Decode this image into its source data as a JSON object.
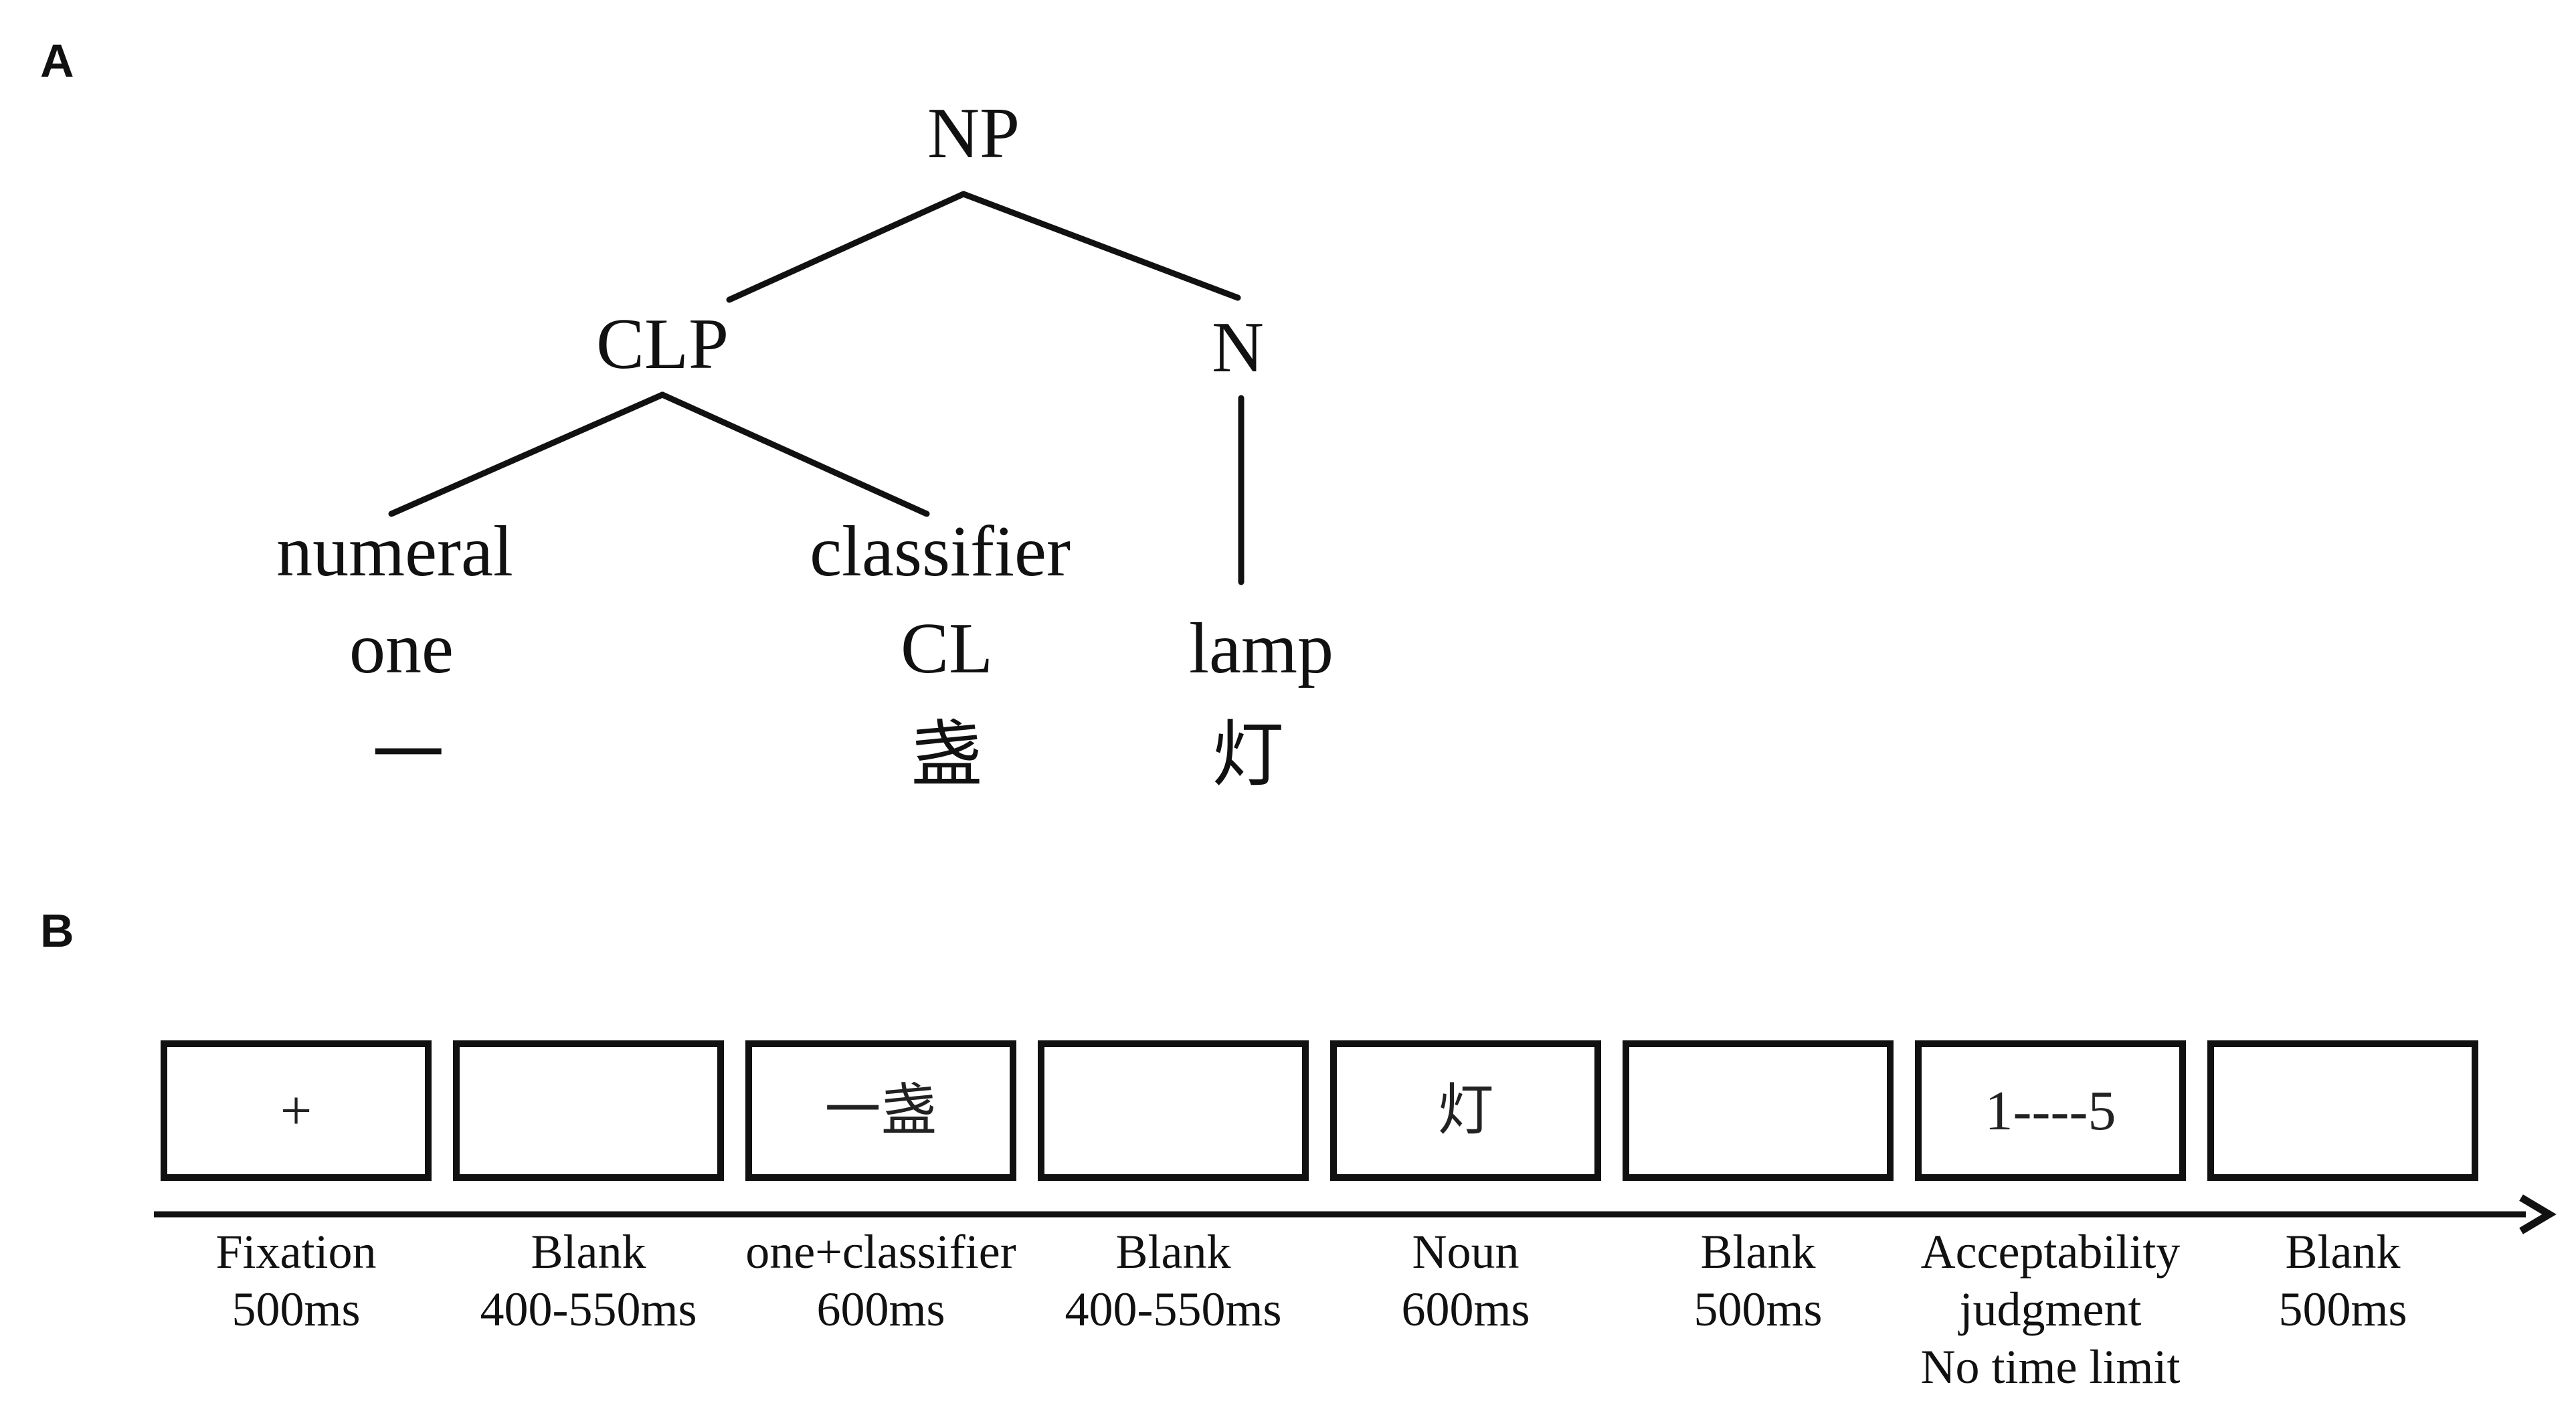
{
  "panels": {
    "a": "A",
    "b": "B"
  },
  "tree": {
    "root": "NP",
    "clp": "CLP",
    "n": "N",
    "numeral": {
      "category": "numeral",
      "gloss": "one",
      "chinese": "一"
    },
    "classifier": {
      "category": "classifier",
      "gloss": "CL",
      "chinese": "盏"
    },
    "noun": {
      "gloss": "lamp",
      "chinese": "灯"
    }
  },
  "timeline": {
    "steps": [
      {
        "screen": "+",
        "lines": [
          "Fixation",
          "500ms"
        ]
      },
      {
        "screen": "",
        "lines": [
          "Blank",
          "400-550ms"
        ]
      },
      {
        "screen": "一盏",
        "lines": [
          "one+classifier",
          "600ms"
        ]
      },
      {
        "screen": "",
        "lines": [
          "Blank",
          "400-550ms"
        ]
      },
      {
        "screen": "灯",
        "lines": [
          "Noun",
          "600ms"
        ]
      },
      {
        "screen": "",
        "lines": [
          "Blank",
          "500ms"
        ]
      },
      {
        "screen": "1----5",
        "lines": [
          "Acceptability",
          "judgment",
          "No time limit"
        ]
      },
      {
        "screen": "",
        "lines": [
          "Blank",
          "500ms"
        ]
      }
    ]
  }
}
